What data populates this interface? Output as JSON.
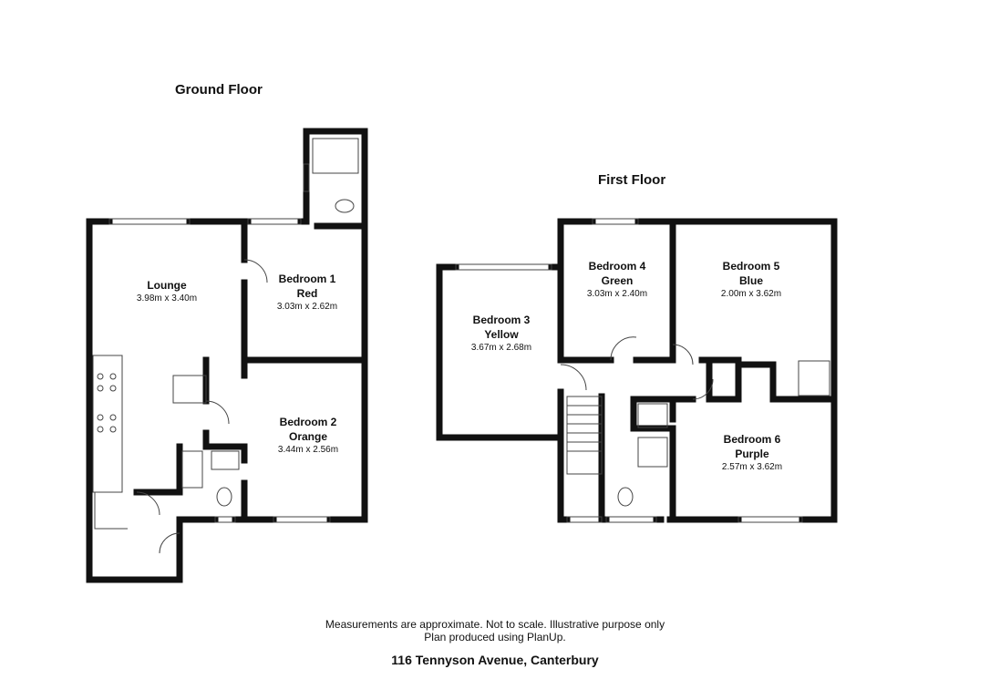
{
  "headings": {
    "ground": "Ground Floor",
    "first": "First Floor"
  },
  "rooms": {
    "lounge": {
      "name": "Lounge",
      "dims": "3.98m x 3.40m"
    },
    "bedroom1": {
      "name": "Bedroom 1",
      "name2": "Red",
      "dims": "3.03m x 2.62m"
    },
    "bedroom2": {
      "name": "Bedroom 2",
      "name2": "Orange",
      "dims": "3.44m x 2.56m"
    },
    "bedroom3": {
      "name": "Bedroom 3",
      "name2": "Yellow",
      "dims": "3.67m x 2.68m"
    },
    "bedroom4": {
      "name": "Bedroom 4",
      "name2": "Green",
      "dims": "3.03m x 2.40m"
    },
    "bedroom5": {
      "name": "Bedroom 5",
      "name2": "Blue",
      "dims": "2.00m x 3.62m"
    },
    "bedroom6": {
      "name": "Bedroom 6",
      "name2": "Purple",
      "dims": "2.57m x 3.62m"
    }
  },
  "footer": {
    "line1": "Measurements are approximate. Not to scale. Illustrative purpose only",
    "line2": "Plan produced using PlanUp."
  },
  "address": "116 Tennyson Avenue, Canterbury",
  "colors": {
    "wall": "#111111",
    "fixture": "#444444",
    "background": "#ffffff"
  }
}
